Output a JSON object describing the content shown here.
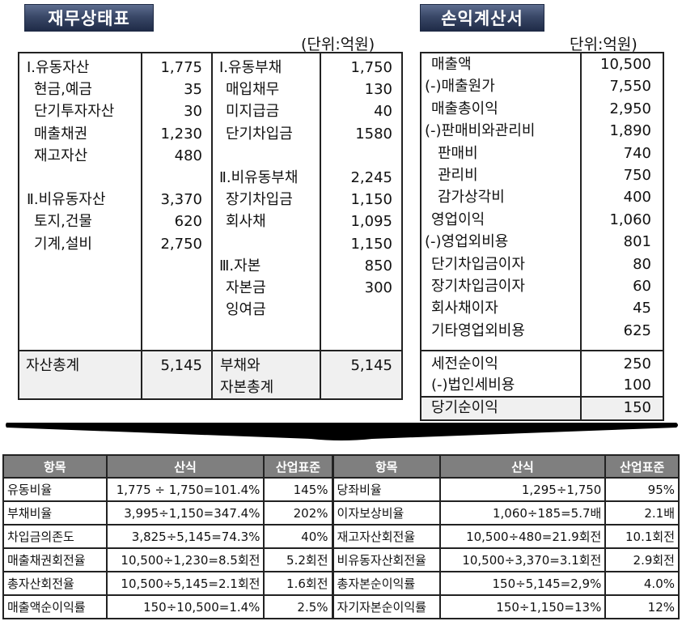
{
  "balance_sheet": {
    "title": "재무상태표",
    "unit": "(단위:억원)",
    "assets": [
      {
        "label": "Ⅰ.유동자산",
        "value": "1,775",
        "indent": 0
      },
      {
        "label": "현금,예금",
        "value": "35",
        "indent": 1
      },
      {
        "label": "단기투자자산",
        "value": "30",
        "indent": 1
      },
      {
        "label": "매출채권",
        "value": "1,230",
        "indent": 1
      },
      {
        "label": "재고자산",
        "value": "480",
        "indent": 1
      },
      {
        "label": "",
        "value": "",
        "indent": 0
      },
      {
        "label": "Ⅱ.비유동자산",
        "value": "3,370",
        "indent": 0
      },
      {
        "label": "토지,건물",
        "value": "620",
        "indent": 1
      },
      {
        "label": "기계,설비",
        "value": "2,750",
        "indent": 1
      }
    ],
    "liabilities": [
      {
        "label": "Ⅰ.유동부채",
        "value": "1,750",
        "indent": 0
      },
      {
        "label": "매입채무",
        "value": "130",
        "indent": 1
      },
      {
        "label": "미지급금",
        "value": "40",
        "indent": 1
      },
      {
        "label": "단기차입금",
        "value": "1580",
        "indent": 1
      },
      {
        "label": "",
        "value": "",
        "indent": 0
      },
      {
        "label": "Ⅱ.비유동부채",
        "value": "2,245",
        "indent": 0
      },
      {
        "label": "장기차입금",
        "value": "1,150",
        "indent": 1
      },
      {
        "label": "회사채",
        "value": "1,095",
        "indent": 1
      },
      {
        "label": "",
        "value": "1,150",
        "indent": 1
      },
      {
        "label": "Ⅲ.자본",
        "value": "850",
        "indent": 0
      },
      {
        "label": "자본금",
        "value": "300",
        "indent": 1
      },
      {
        "label": "잉여금",
        "value": "",
        "indent": 1
      }
    ],
    "total_assets": {
      "label": "자산총계",
      "value": "5,145"
    },
    "total_liabilities_equity": {
      "label_line1": "부채와",
      "label_line2": "자본총계",
      "value": "5,145"
    }
  },
  "income_statement": {
    "title": "손익계산서",
    "unit": "단위:억원)",
    "rows": [
      {
        "label": "매출액",
        "value": "10,500",
        "indent": 1
      },
      {
        "label": "(-)매출원가",
        "value": "7,550",
        "indent": 0
      },
      {
        "label": "매출총이익",
        "value": "2,950",
        "indent": 1
      },
      {
        "label": "(-)판매비와관리비",
        "value": "1,890",
        "indent": 0
      },
      {
        "label": "판매비",
        "value": "740",
        "indent": 2
      },
      {
        "label": "관리비",
        "value": "750",
        "indent": 2
      },
      {
        "label": "감가상각비",
        "value": "400",
        "indent": 2
      },
      {
        "label": "영업이익",
        "value": "1,060",
        "indent": 1
      },
      {
        "label": "(-)영업외비용",
        "value": "801",
        "indent": 0
      },
      {
        "label": "단기차입금이자",
        "value": "80",
        "indent": 1
      },
      {
        "label": "장기차입금이자",
        "value": "60",
        "indent": 1
      },
      {
        "label": "회사채이자",
        "value": "45",
        "indent": 1
      },
      {
        "label": "기타영업외비용",
        "value": "625",
        "indent": 1
      }
    ],
    "pretax": {
      "label": "세전순이익",
      "value": "250"
    },
    "tax": {
      "label": "(-)법인세비용",
      "value": "100"
    },
    "net_income": {
      "label": "당기순이익",
      "value": "150"
    }
  },
  "arrow": {
    "icon": "arrow-down-icon",
    "color": "#000000"
  },
  "ratio_table": {
    "headers": [
      "항목",
      "산식",
      "산업표준",
      "항목",
      "산식",
      "산업표준"
    ],
    "header_bg": "#7f7f7f",
    "rows": [
      [
        "유동비율",
        "1,775 ÷ 1,750=101.4%",
        "145%",
        "당좌비율",
        "1,295÷1,750",
        "95%"
      ],
      [
        "부채비율",
        "3,995÷1,150=347.4%",
        "202%",
        "이자보상비율",
        "1,060÷185=5.7배",
        "2.1배"
      ],
      [
        "차입금의존도",
        "3,825÷5,145=74.3%",
        "40%",
        "재고자산회전율",
        "10,500÷480=21.9회전",
        "10.1회전"
      ],
      [
        "매출채권회전율",
        "10,500÷1,230=8.5회전",
        "5.2회전",
        "비유동자산회전율",
        "10,500÷3,370=3.1회전",
        "2.9회전"
      ],
      [
        "총자산회전율",
        "10,500÷5,145=2.1회전",
        "1.6회전",
        "총자본순이익률",
        "150÷5,145=2,9%",
        "4.0%"
      ],
      [
        "매출액순이익률",
        "150÷10,500=1.4%",
        "2.5%",
        "자기자본순이익률",
        "150÷1,150=13%",
        "12%"
      ]
    ]
  }
}
